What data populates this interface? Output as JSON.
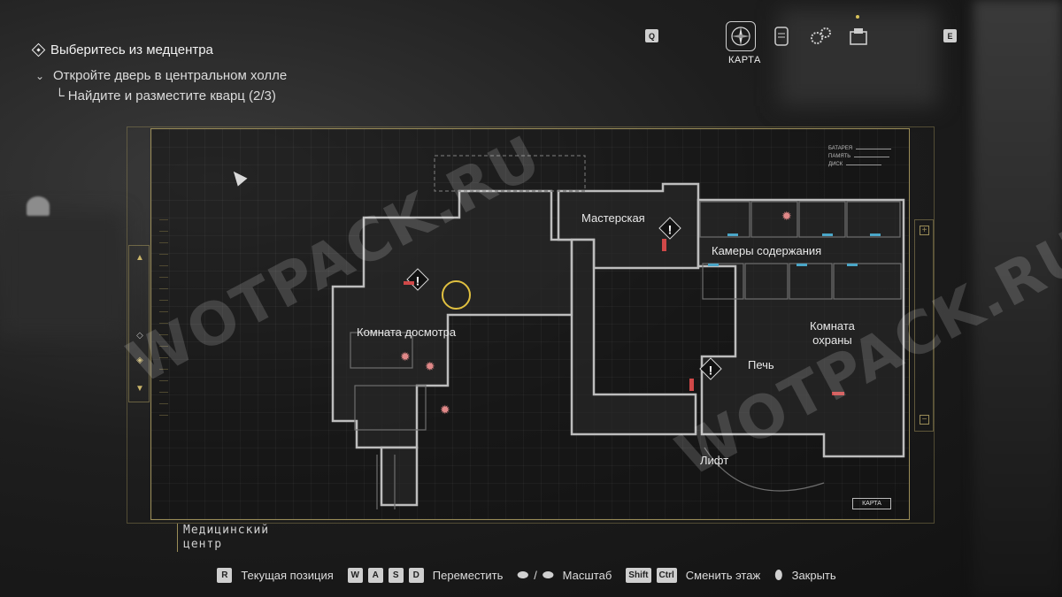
{
  "objectives": {
    "main": "Выберитесь из медцентра",
    "sub": "Откройте дверь в центральном холле",
    "subsub": "└ Найдите и разместите кварц (2/3)"
  },
  "tabs": {
    "left_key": "Q",
    "right_key": "E",
    "active_label": "КАРТА",
    "items": [
      "compass-icon",
      "files-icon",
      "gears-icon",
      "inventory-icon"
    ]
  },
  "map": {
    "rooms": {
      "workshop": "Мастерская",
      "cells": "Камеры содержания",
      "inspection": "Комната досмотра",
      "security": "Комната\nохраны",
      "furnace": "Печь",
      "elevator": "Лифт"
    },
    "floor": "Медицинский\nцентр",
    "karta_badge": "КАРТА",
    "status": [
      "БАТАРЕЯ",
      "ПАМЯТЬ",
      "ДИСК"
    ],
    "alert_glyph": "!",
    "watermark": "WOTPACK.RU"
  },
  "controls": [
    {
      "keys": [
        "R"
      ],
      "label": "Текущая позиция"
    },
    {
      "keys": [
        "W",
        "A",
        "S",
        "D"
      ],
      "label": "Переместить"
    },
    {
      "keys": [
        "mouse-wheel-icon",
        "/",
        "mouse-wheel-icon"
      ],
      "label": "Масштаб"
    },
    {
      "keys": [
        "Shift",
        "Ctrl"
      ],
      "label": "Сменить этаж"
    },
    {
      "keys": [
        "mouse-icon"
      ],
      "label": "Закрыть"
    }
  ],
  "colors": {
    "frame": "#9a8c57",
    "player": "#e0c040",
    "door_locked": "#d04848",
    "door_open": "#4aa6c8"
  }
}
